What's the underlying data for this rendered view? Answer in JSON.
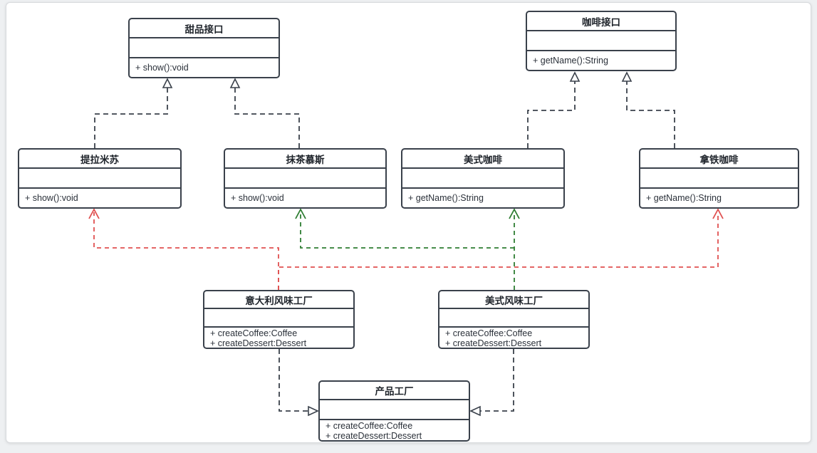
{
  "diagram": {
    "kind": "uml-class-diagram",
    "pattern": "abstract-factory"
  },
  "colors": {
    "line_dark": "#3a414b",
    "dependency_red": "#e05151",
    "dependency_green": "#2e7d32",
    "box_fill": "#ffffff",
    "page_bg": "#eef0f2"
  },
  "classes": [
    {
      "id": "dessert-interface",
      "title": "甜品接口",
      "methods": [
        "+ show():void"
      ]
    },
    {
      "id": "coffee-interface",
      "title": "咖啡接口",
      "methods": [
        "+ getName():String"
      ]
    },
    {
      "id": "tiramisu",
      "title": "提拉米苏",
      "methods": [
        "+ show():void"
      ]
    },
    {
      "id": "matcha-mousse",
      "title": "抹茶慕斯",
      "methods": [
        "+ show():void"
      ]
    },
    {
      "id": "americano",
      "title": "美式咖啡",
      "methods": [
        "+ getName():String"
      ]
    },
    {
      "id": "latte",
      "title": "拿铁咖啡",
      "methods": [
        "+ getName():String"
      ]
    },
    {
      "id": "italian-factory",
      "title": "意大利风味工厂",
      "methods": [
        "+ createCoffee:Coffee",
        "+ createDessert:Dessert"
      ]
    },
    {
      "id": "american-factory",
      "title": "美式风味工厂",
      "methods": [
        "+ createCoffee:Coffee",
        "+ createDessert:Dessert"
      ]
    },
    {
      "id": "product-factory",
      "title": "产品工厂",
      "methods": [
        "+ createCoffee:Coffee",
        "+ createDessert:Dessert"
      ]
    }
  ],
  "relations": [
    {
      "from": "tiramisu",
      "to": "dessert-interface",
      "type": "realization",
      "color": "dark"
    },
    {
      "from": "matcha-mousse",
      "to": "dessert-interface",
      "type": "realization",
      "color": "dark"
    },
    {
      "from": "americano",
      "to": "coffee-interface",
      "type": "realization",
      "color": "dark"
    },
    {
      "from": "latte",
      "to": "coffee-interface",
      "type": "realization",
      "color": "dark"
    },
    {
      "from": "italian-factory",
      "to": "tiramisu",
      "type": "dependency",
      "color": "red"
    },
    {
      "from": "italian-factory",
      "to": "latte",
      "type": "dependency",
      "color": "red"
    },
    {
      "from": "american-factory",
      "to": "matcha-mousse",
      "type": "dependency",
      "color": "green"
    },
    {
      "from": "american-factory",
      "to": "americano",
      "type": "dependency",
      "color": "green"
    },
    {
      "from": "italian-factory",
      "to": "product-factory",
      "type": "realization",
      "color": "dark"
    },
    {
      "from": "american-factory",
      "to": "product-factory",
      "type": "realization",
      "color": "dark"
    }
  ]
}
